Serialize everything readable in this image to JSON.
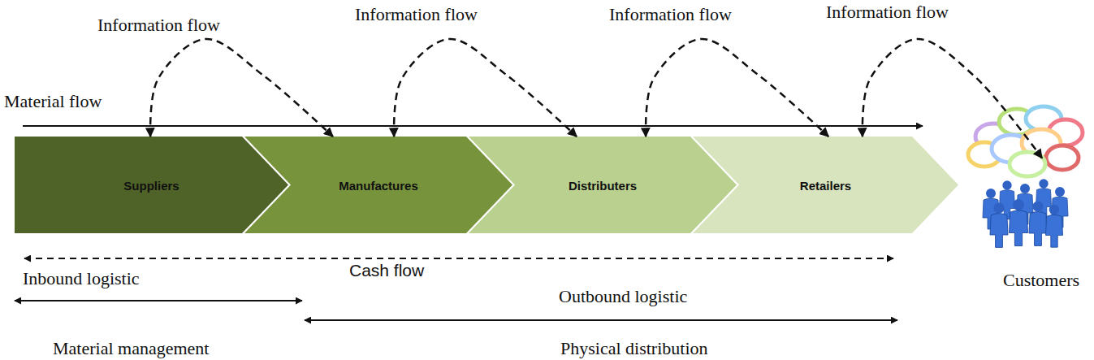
{
  "diagram": {
    "nodes": [
      {
        "text": [
          "Suppliers"
        ]
      },
      {
        "text": [
          "Manufactures"
        ]
      },
      {
        "text": [
          "Distributers"
        ]
      },
      {
        "text": [
          "Retailers"
        ]
      },
      {
        "text": [
          "Customers"
        ]
      }
    ],
    "edges": [
      {
        "from": 0,
        "to": 1,
        "arrow": "both",
        "label": "Information flow"
      },
      {
        "from": 1,
        "to": 2,
        "arrow": "both",
        "label": "Information flow"
      },
      {
        "from": 2,
        "to": 3,
        "arrow": "both",
        "label": "Information flow"
      },
      {
        "from": 3,
        "to": 4,
        "arrow": "both",
        "label": "Information flow"
      }
    ],
    "labels": [
      "Material flow",
      "Cash flow",
      "Inbound logistic",
      "Outbound logistic",
      "Material management",
      "Physical distribution"
    ]
  }
}
